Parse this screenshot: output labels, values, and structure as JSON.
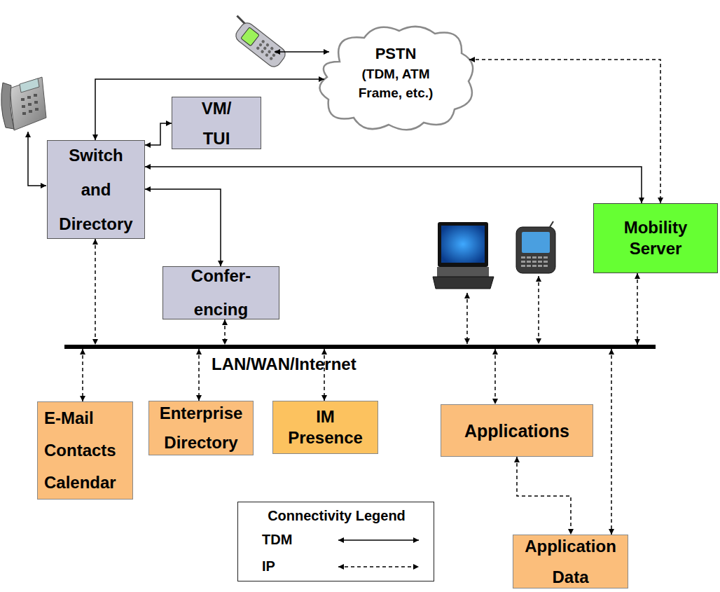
{
  "diagram": {
    "nodes": [
      {
        "text": [
          "PSTN",
          "(TDM, ATM Frame, etc.)"
        ]
      },
      {
        "text": [
          "Switch and Directory"
        ]
      },
      {
        "text": [
          "VM/ TUI"
        ]
      },
      {
        "text": [
          "Mobility Server"
        ]
      },
      {
        "text": [
          "Confer- encing"
        ]
      },
      {
        "text": [
          "LAN/WAN/Internet"
        ]
      },
      {
        "text": [
          "E-Mail Contacts Calendar"
        ]
      },
      {
        "text": [
          "Enterprise Directory"
        ]
      },
      {
        "text": [
          "IM Presence"
        ]
      },
      {
        "text": [
          "Applications"
        ]
      },
      {
        "text": [
          "Application Data"
        ]
      }
    ],
    "edges": [
      {
        "from": 1,
        "to": 0,
        "arrow": "both"
      },
      {
        "from": 1,
        "to": 2,
        "arrow": "both"
      },
      {
        "from": 1,
        "to": 3,
        "arrow": "both"
      },
      {
        "from": 1,
        "to": 4,
        "arrow": "both"
      },
      {
        "from": 0,
        "to": 3,
        "arrow": "both"
      },
      {
        "from": 1,
        "to": 5,
        "arrow": "both"
      },
      {
        "from": 4,
        "to": 5,
        "arrow": "both"
      },
      {
        "from": 3,
        "to": 5,
        "arrow": "both"
      },
      {
        "from": 5,
        "to": 6,
        "arrow": "both"
      },
      {
        "from": 5,
        "to": 7,
        "arrow": "both"
      },
      {
        "from": 5,
        "to": 8,
        "arrow": "both"
      },
      {
        "from": 5,
        "to": 9,
        "arrow": "both"
      },
      {
        "from": 9,
        "to": 10,
        "arrow": "both"
      },
      {
        "from": 5,
        "to": 10,
        "arrow": "both"
      }
    ],
    "labels": [
      "Connectivity Legend"
    ],
    "legend": [
      {
        "text": "TDM"
      },
      {
        "text": "IP"
      }
    ]
  }
}
